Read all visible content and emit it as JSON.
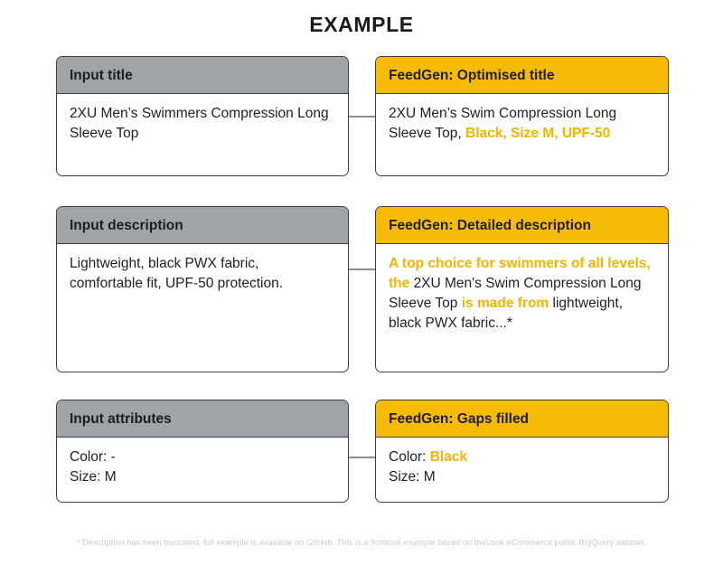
{
  "page": {
    "title": "EXAMPLE",
    "footnote": "* Description has been truncated, full example is available on GitHub. This is a fictitious example based on theLook eCommerce public BigQuery dataset.",
    "colors": {
      "input_header": "#9ea4a8",
      "output_header": "#F6BB06",
      "highlight_text": "#F5B400",
      "body_text": "#202124",
      "card_border": "#3c4043",
      "connector": "#8a8f94",
      "footnote_text": "#c9ccd0"
    }
  },
  "rows": [
    {
      "input": {
        "header": "Input title",
        "body_plain": "2XU Men’s Swimmers Compression Long Sleeve Top",
        "segments": [
          {
            "text": "2XU Men’s Swimmers Compression Long Sleeve Top",
            "highlight": false
          }
        ]
      },
      "output": {
        "header": "FeedGen: Optimised title",
        "body_plain": "2XU Men’s Swim Compression Long Sleeve Top, Black, Size M, UPF-50",
        "segments": [
          {
            "text": "2XU Men’s Swim Compression Long Sleeve Top, ",
            "highlight": false
          },
          {
            "text": "Black, Size M, UPF-50",
            "highlight": true
          }
        ]
      }
    },
    {
      "input": {
        "header": "Input description",
        "body_plain": "Lightweight, black PWX fabric, comfortable fit, UPF-50 protection.",
        "segments": [
          {
            "text": "Lightweight, black PWX fabric, comfortable fit, UPF-50 protection.",
            "highlight": false
          }
        ]
      },
      "output": {
        "header": "FeedGen: Detailed description",
        "body_plain": "A top choice for swimmers of all levels, the 2XU Men's Swim Compression Long Sleeve Top is made from lightweight, black PWX fabric...*",
        "segments": [
          {
            "text": "A top choice for swimmers of all levels, the ",
            "highlight": true
          },
          {
            "text": "2XU Men's Swim Compression Long Sleeve Top ",
            "highlight": false
          },
          {
            "text": "is made from ",
            "highlight": true
          },
          {
            "text": "lightweight, black PWX fabric...*",
            "highlight": false
          }
        ]
      }
    },
    {
      "input": {
        "header": "Input attributes",
        "body_plain": "Color: -\nSize: M",
        "segments": [
          {
            "text": "Color: -",
            "highlight": false
          },
          {
            "text": "\n",
            "highlight": false
          },
          {
            "text": "Size: M",
            "highlight": false
          }
        ]
      },
      "output": {
        "header": "FeedGen: Gaps filled",
        "body_plain": "Color: Black\nSize: M",
        "segments": [
          {
            "text": "Color: ",
            "highlight": false
          },
          {
            "text": "Black",
            "highlight": true
          },
          {
            "text": "\n",
            "highlight": false
          },
          {
            "text": "Size: M",
            "highlight": false
          }
        ]
      }
    }
  ]
}
